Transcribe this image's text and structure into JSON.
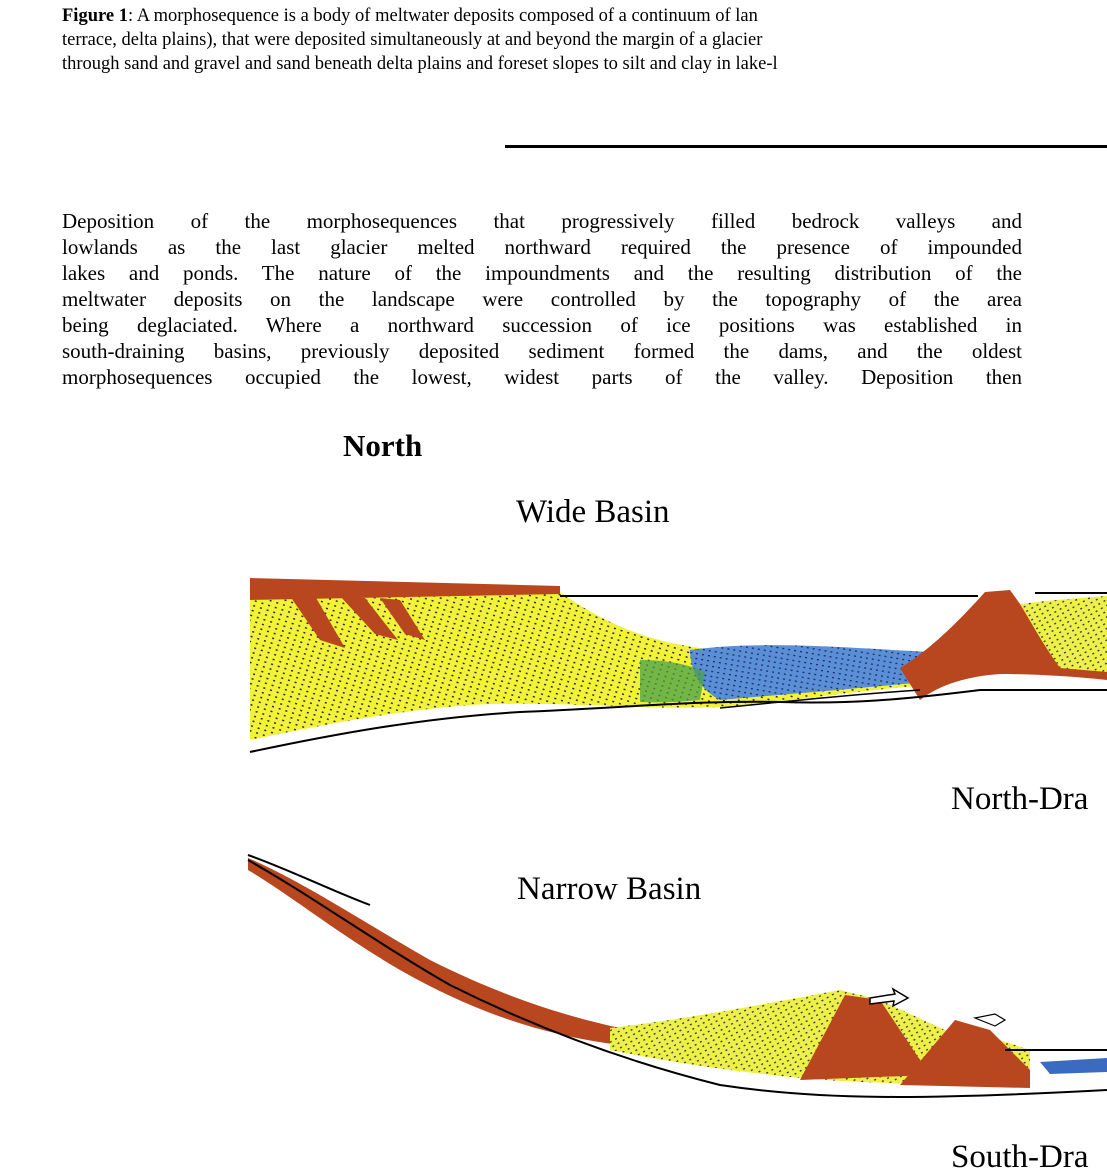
{
  "caption": {
    "label": "Figure 1",
    "line1": ": A morphosequence is a body of meltwater deposits composed of a continuum of lan",
    "line2": "terrace, delta plains), that were deposited simultaneously at and beyond the margin of a glacier",
    "line3": "through sand and gravel and sand beneath delta plains and foreset slopes to silt and clay in lake-l"
  },
  "paragraph": {
    "lines": [
      "Deposition of the morphosequences that progressively filled bedrock valleys and",
      "lowlands as the last glacier melted northward required the presence of impounded",
      "lakes and ponds. The nature of the impoundments and the resulting distribution of the",
      "meltwater deposits on the landscape were controlled by the topography of the area",
      "being deglaciated.  Where a northward succession of ice positions was established in",
      "south-draining basins, previously deposited sediment formed the dams, and the oldest",
      "morphosequences occupied the lowest, widest parts of the valley. Deposition then"
    ]
  },
  "figure": {
    "north_label": "North",
    "wide_basin_label": "Wide Basin",
    "north_draining_label": "North-Dra",
    "narrow_basin_label": "Narrow Basin",
    "south_draining_label": "South-Dra",
    "colors": {
      "sand": "#f2f23a",
      "gravel": "#b8461e",
      "clay": "#5a8fd6",
      "clay_dark": "#3a6bc0",
      "green": "#4aa24a"
    }
  }
}
